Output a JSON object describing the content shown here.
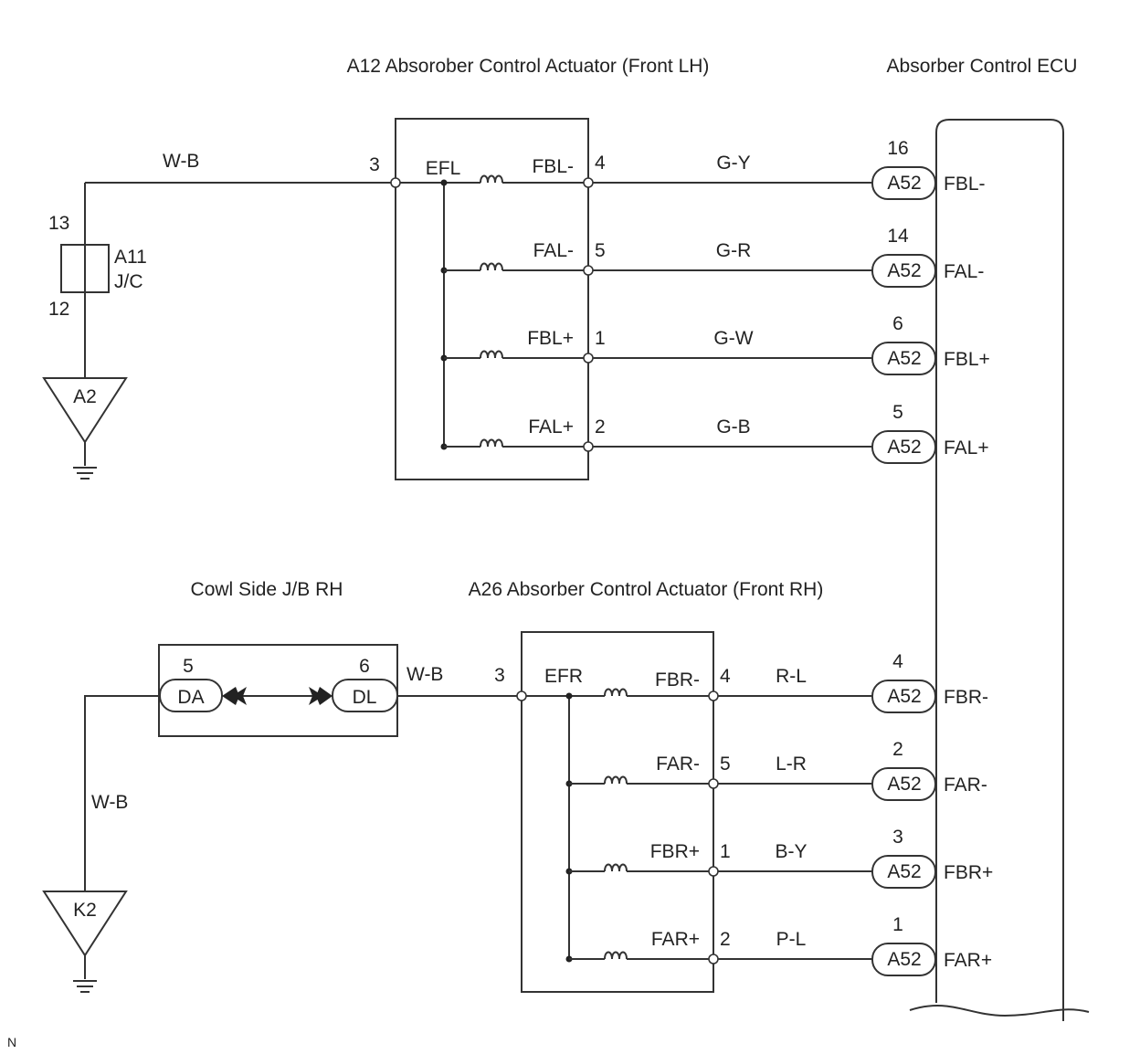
{
  "titles": {
    "ecu": "Absorber Control ECU",
    "a12": "A12 Absorober Control Actuator (Front LH)",
    "a26": "A26 Absorber Control Actuator (Front RH)",
    "cowl": "Cowl Side J/B RH"
  },
  "top": {
    "feed_wire": "W-B",
    "feed_pin": "3",
    "common": "EFL",
    "jc": {
      "pin_top": "13",
      "pin_bottom": "12",
      "name": "A11",
      "type": "J/C"
    },
    "ground": "A2",
    "lines": [
      {
        "term": "FBL-",
        "pin": "4",
        "wire": "G-Y",
        "ecu_pin": "16",
        "conn": "A52",
        "ecu_term": "FBL-"
      },
      {
        "term": "FAL-",
        "pin": "5",
        "wire": "G-R",
        "ecu_pin": "14",
        "conn": "A52",
        "ecu_term": "FAL-"
      },
      {
        "term": "FBL+",
        "pin": "1",
        "wire": "G-W",
        "ecu_pin": "6",
        "conn": "A52",
        "ecu_term": "FBL+"
      },
      {
        "term": "FAL+",
        "pin": "2",
        "wire": "G-B",
        "ecu_pin": "5",
        "conn": "A52",
        "ecu_term": "FAL+"
      }
    ]
  },
  "bottom": {
    "jb": {
      "left_pin": "5",
      "right_pin": "6",
      "left_conn": "DA",
      "right_conn": "DL"
    },
    "jb_wire": "W-B",
    "feed_pin": "3",
    "common": "EFR",
    "ground_wire": "W-B",
    "ground": "K2",
    "lines": [
      {
        "term": "FBR-",
        "pin": "4",
        "wire": "R-L",
        "ecu_pin": "4",
        "conn": "A52",
        "ecu_term": "FBR-"
      },
      {
        "term": "FAR-",
        "pin": "5",
        "wire": "L-R",
        "ecu_pin": "2",
        "conn": "A52",
        "ecu_term": "FAR-"
      },
      {
        "term": "FBR+",
        "pin": "1",
        "wire": "B-Y",
        "ecu_pin": "3",
        "conn": "A52",
        "ecu_term": "FBR+"
      },
      {
        "term": "FAR+",
        "pin": "2",
        "wire": "P-L",
        "ecu_pin": "1",
        "conn": "A52",
        "ecu_term": "FAR+"
      }
    ]
  },
  "corner_mark": "N"
}
